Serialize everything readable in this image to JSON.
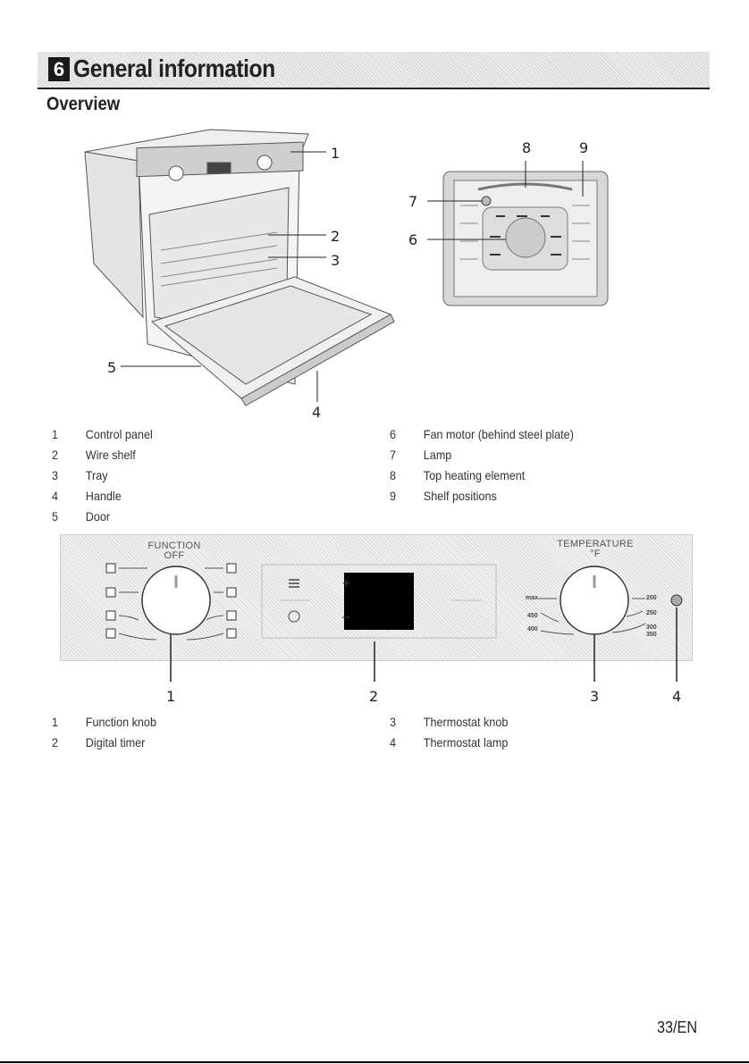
{
  "section": {
    "number": "6",
    "title": "General information"
  },
  "subheading": "Overview",
  "oven_callouts": [
    "1",
    "2",
    "3",
    "4",
    "5"
  ],
  "cavity_callouts": [
    "6",
    "7",
    "8",
    "9"
  ],
  "legend_left": [
    {
      "n": "1",
      "t": "Control panel"
    },
    {
      "n": "2",
      "t": "Wire shelf"
    },
    {
      "n": "3",
      "t": "Tray"
    },
    {
      "n": "4",
      "t": "Handle"
    },
    {
      "n": "5",
      "t": "Door"
    }
  ],
  "legend_right": [
    {
      "n": "6",
      "t": "Fan motor (behind steel plate)"
    },
    {
      "n": "7",
      "t": "Lamp"
    },
    {
      "n": "8",
      "t": "Top heating element"
    },
    {
      "n": "9",
      "t": "Shelf positions"
    }
  ],
  "panel": {
    "function_label": "FUNCTION",
    "off_label": "OFF",
    "temperature_label": "TEMPERATURE",
    "unit_label": "°F",
    "plus": "+",
    "minus": "–",
    "temps_left": [
      "max",
      "450",
      "400"
    ],
    "temps_right": [
      "200",
      "250",
      "300",
      "350"
    ]
  },
  "panel_callouts": [
    "1",
    "2",
    "3",
    "4"
  ],
  "legend2_left": [
    {
      "n": "1",
      "t": "Function knob"
    },
    {
      "n": "2",
      "t": "Digital timer"
    }
  ],
  "legend2_right": [
    {
      "n": "3",
      "t": "Thermostat knob"
    },
    {
      "n": "4",
      "t": "Thermostat lamp"
    }
  ],
  "page_number": "33/EN"
}
